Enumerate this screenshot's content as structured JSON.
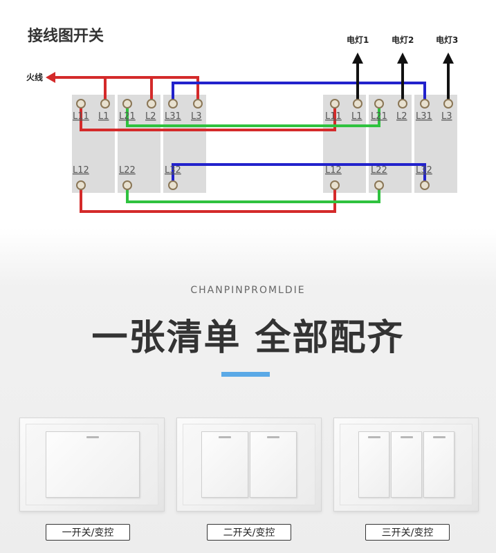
{
  "diagram": {
    "title": "接线图开关",
    "live_wire_label": "火线",
    "lamp_labels": [
      "电灯1",
      "电灯2",
      "电灯3"
    ],
    "left_terminals": {
      "top": [
        "L11",
        "L1",
        "L21",
        "L2",
        "L31",
        "L3"
      ],
      "bottom": [
        "L12",
        "L22",
        "L32"
      ]
    },
    "right_terminals": {
      "top": [
        "L11",
        "L1",
        "L21",
        "L2",
        "L31",
        "L3"
      ],
      "bottom": [
        "L12",
        "L22",
        "L32"
      ]
    },
    "colors": {
      "red_wire": "#d42a2a",
      "green_wire": "#2fc23f",
      "blue_wire": "#2222cc",
      "black_wire": "#111111"
    }
  },
  "section": {
    "subtitle": "CHANPINPROMLDIE",
    "headline": "一张清单 全部配齐",
    "accent_color": "#5aa9e6"
  },
  "products": [
    {
      "caption": "一开关/变控",
      "gangs": 1
    },
    {
      "caption": "二开关/变控",
      "gangs": 2
    },
    {
      "caption": "三开关/变控",
      "gangs": 3
    }
  ]
}
